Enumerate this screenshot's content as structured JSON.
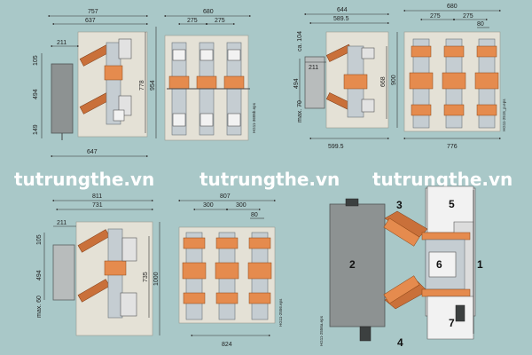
{
  "watermarks": [
    "tutrungthe.vn",
    "tutrungthe.vn",
    "tutrungthe.vn"
  ],
  "drawing_codes": {
    "d1": "HG11-3605b.eps",
    "d2": "HG11-2515_p.eps",
    "d3": "HG11-2556.eps",
    "d4": "HG11-2556a.eps"
  },
  "dims_top_left": {
    "d757": "757",
    "d637": "637",
    "d211": "211",
    "d105": "105",
    "d494": "494",
    "d149": "149",
    "d778": "778",
    "d954": "954",
    "d647": "647"
  },
  "dims_top_mid": {
    "d680": "680",
    "d275a": "275",
    "d275b": "275"
  },
  "dims_top_right1": {
    "d644": "644",
    "d589": "589.5",
    "ca104": "ca. 104",
    "d211": "211",
    "d494": "494",
    "max70": "max. 70",
    "d668": "668",
    "d900": "900",
    "d599": "599.5"
  },
  "dims_top_right2": {
    "d680": "680",
    "d275a": "275",
    "d275b": "275",
    "d80": "80",
    "d776": "776"
  },
  "dims_bottom_left": {
    "d811": "811",
    "d731": "731",
    "d211": "211",
    "d105": "105",
    "d494": "494",
    "max60": "max. 60",
    "d735": "735",
    "d1000": "1000"
  },
  "dims_bottom_mid": {
    "d807": "807",
    "d300a": "300",
    "d300b": "300",
    "d80": "80",
    "d824": "824"
  },
  "parts": {
    "p1": "1",
    "p2": "2",
    "p3": "3",
    "p4": "4",
    "p5": "5",
    "p6": "6",
    "p7": "7"
  },
  "colors": {
    "background": "#a9c8c8",
    "insulator": "#c9703a",
    "frame": "#e4e1d6",
    "housing": "#8d9292"
  }
}
